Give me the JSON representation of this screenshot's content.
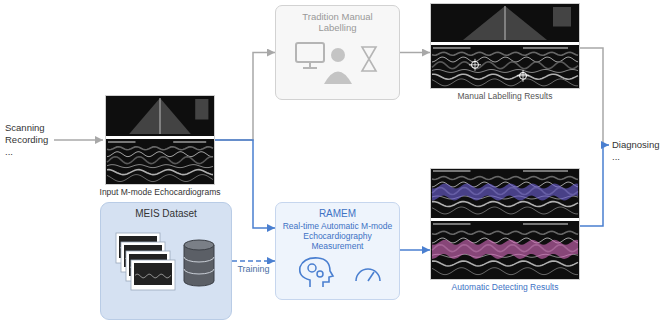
{
  "diagram": {
    "nodes": [
      {
        "text": [
          "Tradition Manual Labelling"
        ]
      },
      {
        "text": [
          "Manual Labelling Results"
        ]
      },
      {
        "text": [
          "Input M-mode Echocardiograms"
        ]
      },
      {
        "text": [
          "MEIS Dataset"
        ]
      },
      {
        "text": [
          "RAMEM",
          "Real-time Automatic M-mode Echocardiography Measurement"
        ]
      },
      {
        "text": [
          "Automatic Detecting Results"
        ]
      }
    ],
    "edges": [
      {
        "from": 2,
        "to": 0,
        "arrow": "to"
      },
      {
        "from": 2,
        "to": 4,
        "arrow": "to"
      },
      {
        "from": 0,
        "to": 1,
        "arrow": "to"
      },
      {
        "from": 4,
        "to": 5,
        "arrow": "to"
      },
      {
        "from": 3,
        "to": 4,
        "label": "Training",
        "arrow": "to"
      }
    ],
    "labels": [
      "Scanning",
      "Recording",
      "...",
      "Diagnosing",
      "..."
    ]
  }
}
